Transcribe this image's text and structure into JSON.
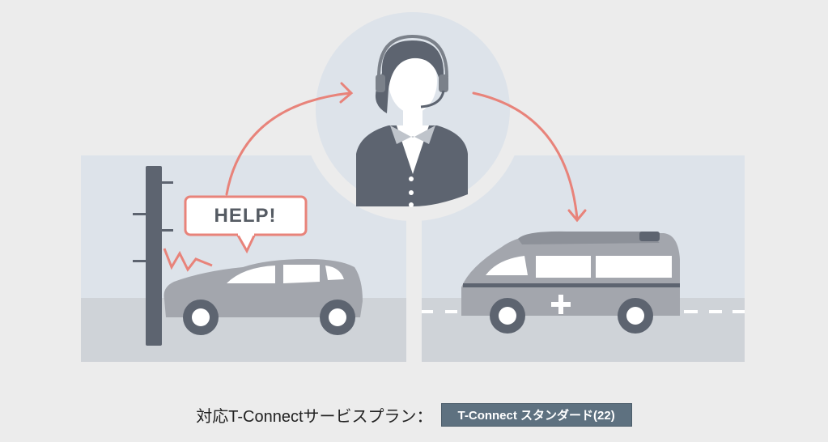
{
  "illustration": {
    "speech_bubble_text": "HELP!",
    "colors": {
      "arrow": "#e8837a",
      "panel_sky": "#dde3ea",
      "road": "#cfd3d8",
      "car": "#a3a6ad",
      "dark": "#5d6470"
    }
  },
  "caption": {
    "label": "対応T-Connectサービスプラン：",
    "plan_badge": "T-Connect スタンダード(22)"
  }
}
